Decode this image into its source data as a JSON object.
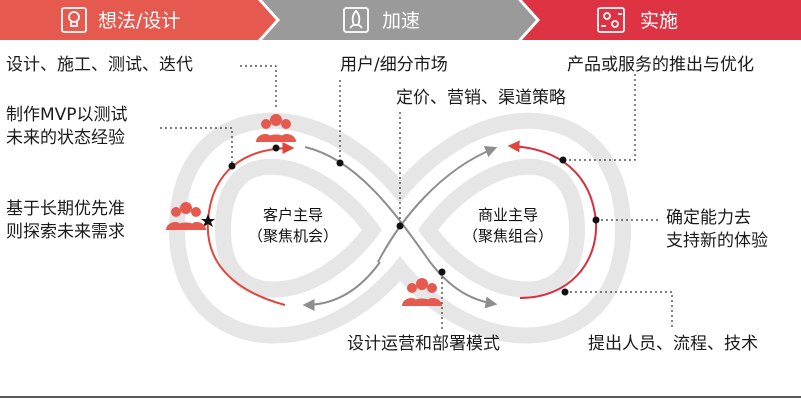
{
  "header": {
    "phase1": "想法/设计",
    "phase2": "加速",
    "phase3": "实施"
  },
  "colors": {
    "phase1": "#e5594f",
    "phase2": "#9a9a9a",
    "phase3": "#dd3343",
    "loop_left": "#e0453a",
    "loop_right": "#d62f3f",
    "loop_middle": "#8e8e8e"
  },
  "center": {
    "left_title": "客户主导",
    "left_sub": "（聚焦机会）",
    "right_title": "商业主导",
    "right_sub": "（聚焦组合）"
  },
  "labels": {
    "design_iterate": "设计、施工、测试、迭代",
    "mvp_line1": "制作MVP以测试",
    "mvp_line2": "未来的状态经验",
    "longterm_line1": "基于长期优先准",
    "longterm_line2": "则探索未来需求",
    "segments": "用户/细分市场",
    "pricing": "定价、营销、渠道策略",
    "launch": "产品或服务的推出与优化",
    "capability_line1": "确定能力去",
    "capability_line2": "支持新的体验",
    "ops_model": "设计运营和部署模式",
    "people": "提出人员、流程、技术"
  },
  "icons": [
    "idea-icon",
    "rocket-icon",
    "gears-icon",
    "people-icon"
  ]
}
